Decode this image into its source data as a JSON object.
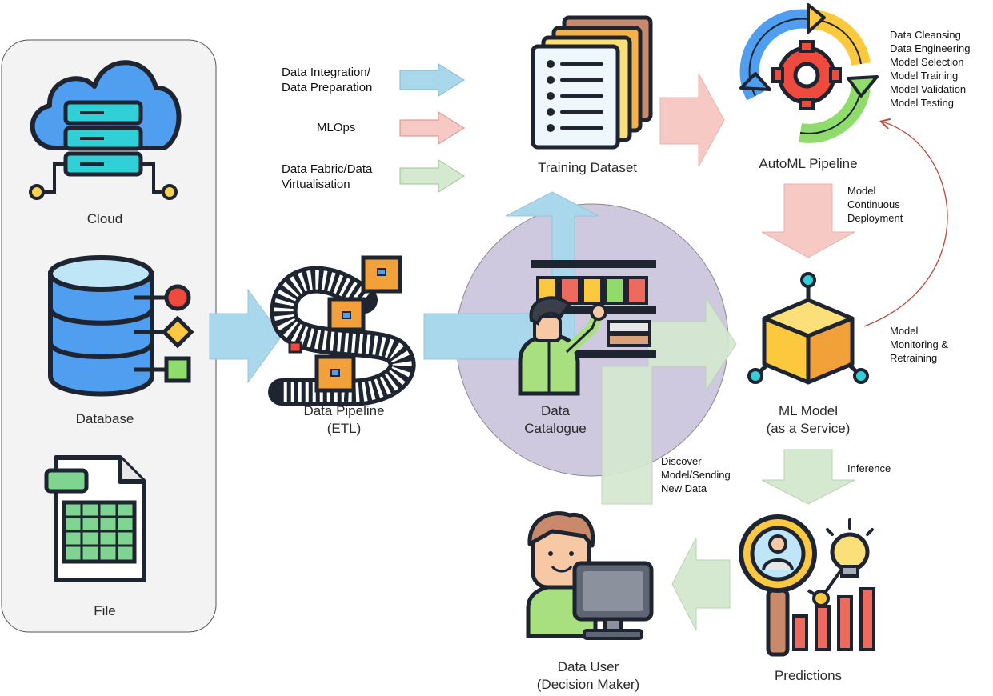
{
  "sources": {
    "cloud_label": "Cloud",
    "database_label": "Database",
    "file_label": "File"
  },
  "legend": {
    "blue_label_line1": "Data Integration/",
    "blue_label_line2": "Data Preparation",
    "red_label": "MLOps",
    "green_label_line1": "Data Fabric/Data",
    "green_label_line2": "Virtualisation"
  },
  "nodes": {
    "pipeline_line1": "Data Pipeline",
    "pipeline_line2": "(ETL)",
    "catalogue_line1": "Data",
    "catalogue_line2": "Catalogue",
    "training_label": "Training Dataset",
    "automl_label": "AutoML Pipeline",
    "model_line1": "ML Model",
    "model_line2": "(as a Service)",
    "predictions_label": "Predictions",
    "user_line1": "Data User",
    "user_line2": "(Decision Maker)"
  },
  "automl_steps": [
    "Data Cleansing",
    "Data Engineering",
    "Model Selection",
    "Model Training",
    "Model Validation",
    "Model Testing"
  ],
  "annotations": {
    "deploy_line1": "Model",
    "deploy_line2": "Continuous",
    "deploy_line3": "Deployment",
    "monitor_line1": "Model",
    "monitor_line2": "Monitoring &",
    "monitor_line3": "Retraining",
    "inference": "Inference",
    "discover_line1": "Discover",
    "discover_line2": "Model/Sending",
    "discover_line3": "New Data"
  },
  "colors": {
    "blue_arrow": "#a9d8ec",
    "red_arrow": "#f6c9c4",
    "green_arrow": "#d5e8d0",
    "catalogue_circle": "#cfc9df",
    "panel_bg": "#f3f3f3",
    "feedback_arrow": "#b5493c"
  }
}
